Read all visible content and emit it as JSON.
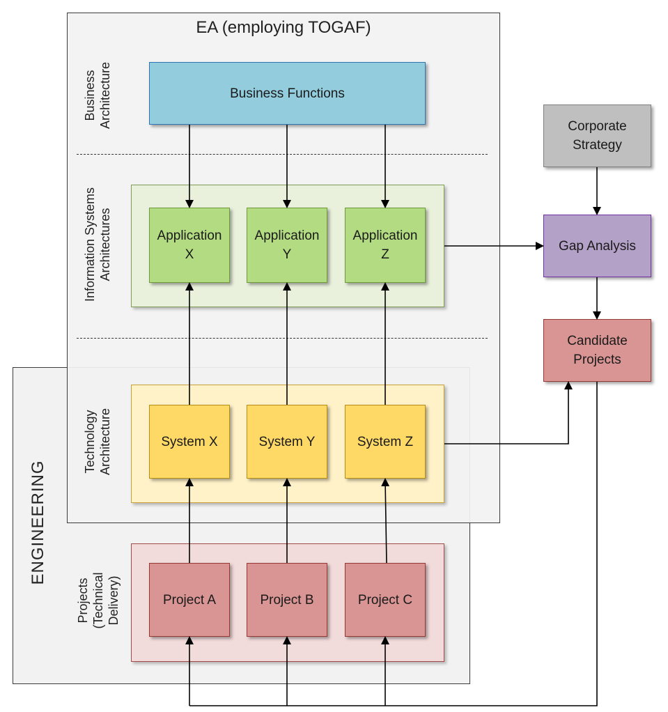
{
  "ea": {
    "title": "EA (employing TOGAF)"
  },
  "engineering": {
    "label": "ENGINEERING"
  },
  "layers": {
    "business": "Business\nArchitecture",
    "information_systems": "Information Systems\nArchitectures",
    "technology": "Technology\nArchitecture",
    "projects": "Projects\n(Technical\nDelivery)"
  },
  "business_functions": "Business Functions",
  "applications": [
    "Application\nX",
    "Application\nY",
    "Application\nZ"
  ],
  "systems": [
    "System X",
    "System Y",
    "System Z"
  ],
  "projects": [
    "Project A",
    "Project B",
    "Project C"
  ],
  "side": {
    "corporate_strategy": "Corporate\nStrategy",
    "gap_analysis": "Gap Analysis",
    "candidate_projects": "Candidate\nProjects"
  },
  "colors": {
    "business": "#93cddd",
    "application": "#b3dc82",
    "system": "#fed966",
    "project": "#d99594",
    "corporate_strategy": "#bfbfbf",
    "gap_analysis": "#b3a1c7"
  }
}
